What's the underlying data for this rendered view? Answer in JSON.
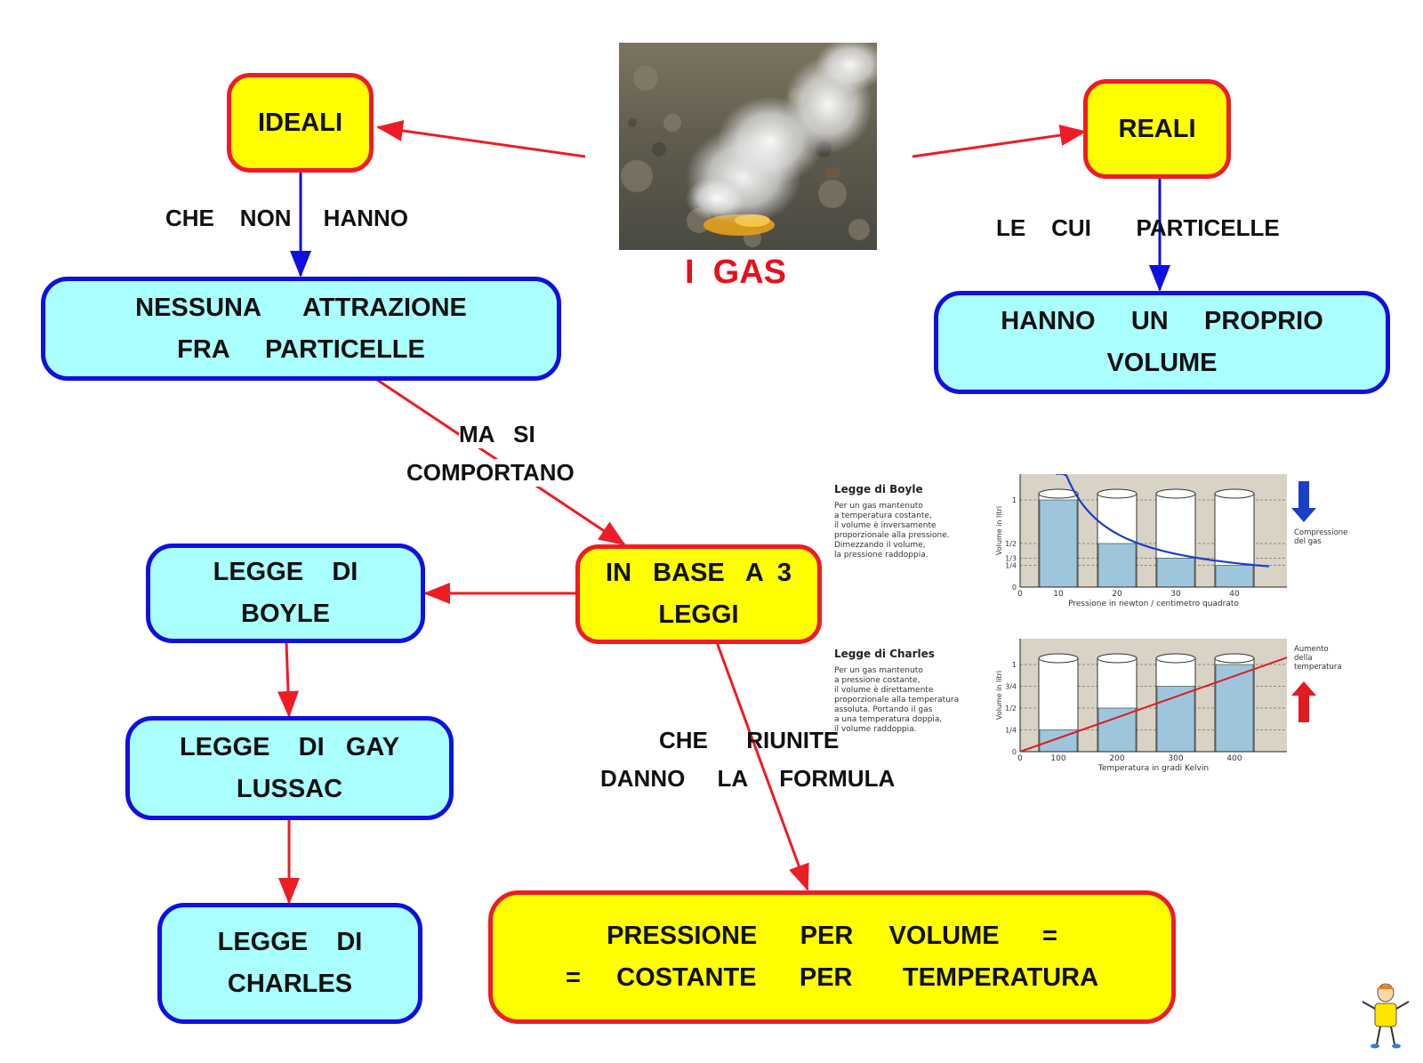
{
  "title": "I  GAS",
  "nodes": {
    "ideali": "IDEALI",
    "reali": "REALI",
    "nessuna": [
      "NESSUNA      ATTRAZIONE",
      "FRA     PARTICELLE"
    ],
    "hanno": [
      "HANNO     UN     PROPRIO",
      "VOLUME"
    ],
    "base": [
      "IN   BASE   A  3",
      "LEGGI"
    ],
    "boyle": [
      "LEGGE    DI",
      "BOYLE"
    ],
    "gay": [
      "LEGGE    DI   GAY",
      "LUSSAC"
    ],
    "charles": [
      "LEGGE    DI",
      "CHARLES"
    ],
    "formula": [
      "PRESSIONE      PER     VOLUME      =",
      "=     COSTANTE      PER       TEMPERATURA"
    ]
  },
  "edge_labels": {
    "che_non_hanno": "CHE    NON     HANNO",
    "le_cui": "LE    CUI       PARTICELLE",
    "ma_si": "MA   SI",
    "comportano": "COMPORTANO",
    "che_riunite": "CHE      RIUNITE",
    "danno": "DANNO     LA     FORMULA"
  },
  "boyle_figure": {
    "heading": "Legge di Boyle",
    "text": "Per un gas mantenuto\na temperatura costante,\nil volume è inversamente\nproporzionale alla pressione.\nDimezzando il volume,\nla pressione raddoppia.",
    "ylabel": "Volume in litri",
    "xlabel": "Pressione in newton / centimetro quadrato",
    "xticks": [
      "0",
      "10",
      "20",
      "30",
      "40"
    ],
    "yticks": [
      "0",
      "1/4",
      "1/3",
      "1/2",
      "1"
    ],
    "side_label": "Compressione\ndel gas",
    "levels": [
      1,
      0.5,
      0.333,
      0.25
    ]
  },
  "charles_figure": {
    "heading": "Legge di Charles",
    "text": "Per un gas mantenuto\na pressione costante,\nil volume è direttamente\nproporzionale alla temperatura\nassoluta. Portando il gas\na una temperatura doppia,\nil volume raddoppia.",
    "ylabel": "Volume in litri",
    "xlabel": "Temperatura in gradi Kelvin",
    "xticks": [
      "0",
      "100",
      "200",
      "300",
      "400"
    ],
    "yticks": [
      "0",
      "1/4",
      "1/2",
      "3/4",
      "1"
    ],
    "side_label": "Aumento\ndella\ntemperatura",
    "levels": [
      0.25,
      0.5,
      0.75,
      1
    ]
  },
  "colors": {
    "red": "#ee1c25",
    "blue": "#1010e0",
    "yellow": "#ffff00",
    "cyan": "#aaffff"
  }
}
